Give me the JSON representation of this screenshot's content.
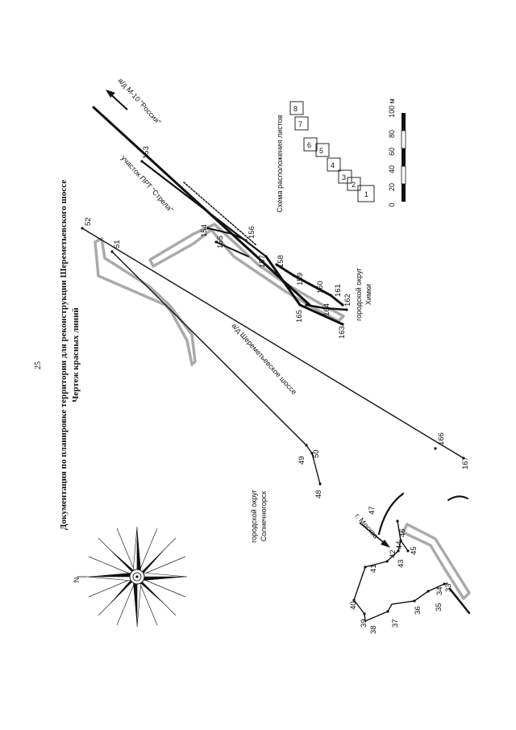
{
  "page_number": "25",
  "title": {
    "line1": "Документация по планировке территории для реконструкции Шереметьевского шоссе",
    "line2": "Чертеж красных линий"
  },
  "labels": {
    "m10": "а/д М-10 \"Россия\"",
    "prt": "участок ПРТ \"Стрела\"",
    "sher": "а/д Шереметьевское шоссе",
    "moscow": "г. Москва",
    "khimki_1": "городской округ",
    "khimki_2": "Химки",
    "solnech_1": "городской округ",
    "solnech_2": "Солнечногорск",
    "scheme_title": "Схема расположения листов"
  },
  "sheets": [
    "1",
    "2",
    "3",
    "4",
    "5",
    "6",
    "7",
    "8"
  ],
  "scale": {
    "ticks": [
      "0",
      "20",
      "40",
      "60",
      "80",
      "100 м"
    ]
  },
  "compass": {
    "north": "N"
  },
  "points": {
    "p33": "33",
    "p34": "34",
    "p35": "35",
    "p36": "36",
    "p37": "37",
    "p38": "38",
    "p39": "39",
    "p40": "40",
    "p41": "41",
    "p42": "42",
    "p43": "43",
    "p44": "44",
    "p45": "45",
    "p46": "46",
    "p47": "47",
    "p48": "48",
    "p49": "49",
    "p50": "50",
    "p51": "51",
    "p52": "52",
    "p153": "153",
    "p154": "154",
    "p155": "155",
    "p156": "156",
    "p157": "157",
    "p158": "158",
    "p159": "159",
    "p160": "160",
    "p161": "161",
    "p162": "162",
    "p163": "163",
    "p164": "164",
    "p165": "165",
    "p166": "166",
    "p167": "167"
  },
  "colors": {
    "red_line": "#111111",
    "boundary": "#aaaaaa",
    "paper": "#ffffff"
  }
}
